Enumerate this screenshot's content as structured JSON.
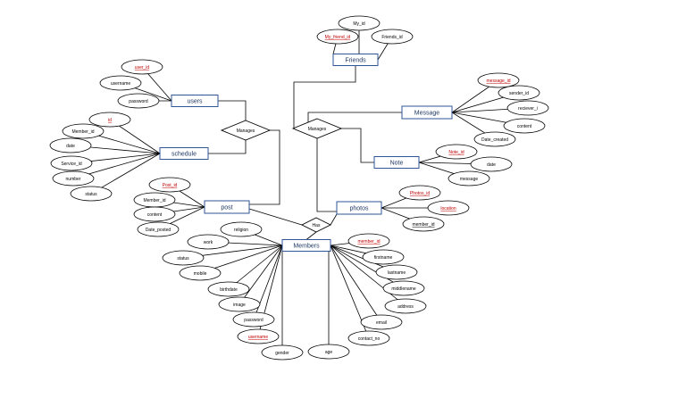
{
  "diagram": {
    "entities": {
      "friends": "Friends",
      "users": "users",
      "message": "Message",
      "schedule": "schedule",
      "note": "Note",
      "post": "post",
      "photos": "photos",
      "members": "Members"
    },
    "relationships": {
      "manages_left": "Manages",
      "manages_center": "Manages",
      "has": "Has"
    },
    "attributes": {
      "friends": [
        "My_id",
        "My_friend_id",
        "Friends_id"
      ],
      "users": [
        "user_id",
        "username",
        "password"
      ],
      "message": [
        "message_id",
        "sender_id",
        "reciever_i",
        "content",
        "Date_created"
      ],
      "schedule": [
        "id",
        "Member_id",
        "date",
        "Service_id",
        "number",
        "status"
      ],
      "note": [
        "Note_id",
        "date",
        "message"
      ],
      "post": [
        "Post_id",
        "Member_id",
        "content",
        "Date_posted"
      ],
      "photos": [
        "Photos_id",
        "location",
        "member_id"
      ],
      "members_left": [
        "religion",
        "work",
        "status",
        "mobile",
        "birthdate",
        "image",
        "password",
        "username",
        "gender",
        "age"
      ],
      "members_right": [
        "member_id",
        "firstname",
        "lastname",
        "middlename",
        "address",
        "email",
        "contact_no"
      ]
    },
    "colors": {
      "entity_border": "#2f5597",
      "line": "#000000",
      "key_text": "#c00000",
      "text": "#000000"
    }
  }
}
